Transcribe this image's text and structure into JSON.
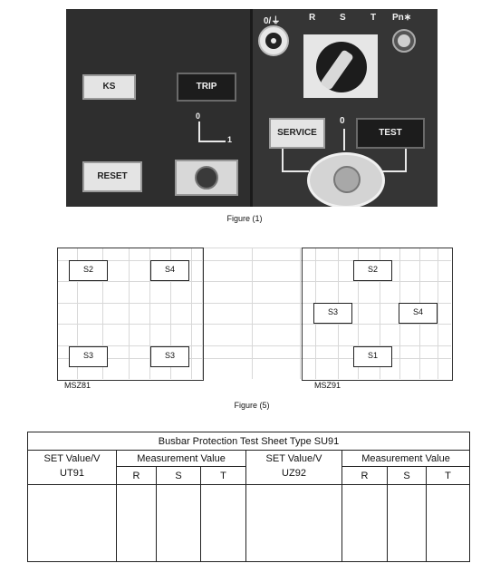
{
  "figure1": {
    "panel": {
      "selector_labels": [
        "0/⏚",
        "R",
        "S",
        "T",
        "Pn∗"
      ],
      "ks_label": "KS",
      "trip_label": "TRIP",
      "reset_label": "RESET",
      "service_label": "SERVICE",
      "test_label": "TEST",
      "mode_zero": "0",
      "mode_one": "1",
      "service_test_zero": "0"
    },
    "caption": "Figure (1)"
  },
  "figure5": {
    "left": {
      "label": "MSZ81",
      "switches": [
        "S2",
        "S4",
        "S3",
        "S3"
      ]
    },
    "right": {
      "label": "MSZ91",
      "switches": [
        "S2",
        "S3",
        "S4",
        "S1"
      ]
    },
    "caption": "Figure (5)"
  },
  "table": {
    "title": "Busbar Protection Test Sheet Type SU91",
    "set_value_label": "SET Value/V",
    "left_unit": "UT91",
    "right_unit": "UZ92",
    "measurement_label": "Measurement Value",
    "phases": [
      "R",
      "S",
      "T"
    ]
  }
}
